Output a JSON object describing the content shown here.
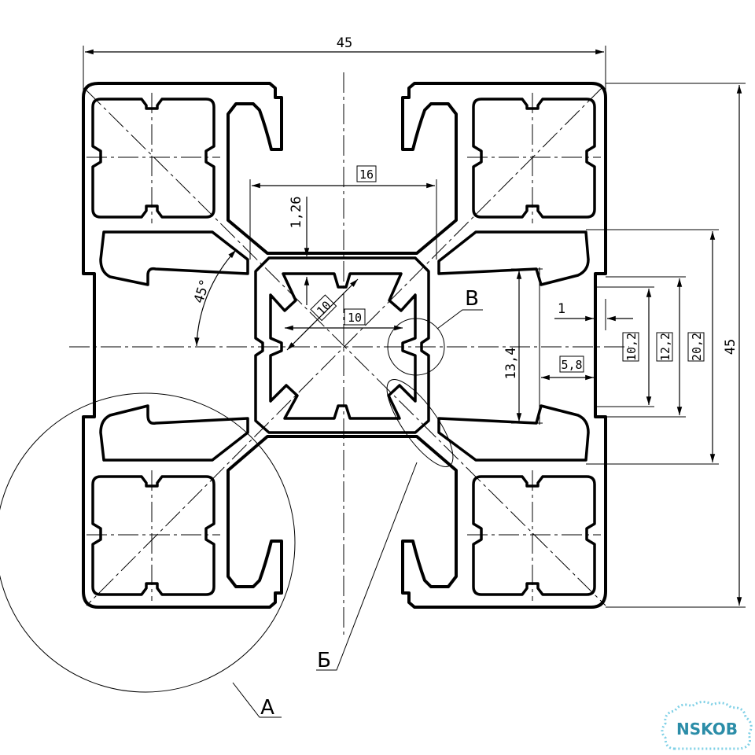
{
  "diagram": {
    "dimensions": {
      "overall_width": "45",
      "overall_height": "45",
      "slot_inner_width": "16",
      "wall_thickness": "1,26",
      "angle": "45°",
      "diag_slot": "10",
      "core_width": "10",
      "right_small": "1",
      "right_depth": "5,8",
      "right_h1": "13,4",
      "right_h2": "10,2",
      "right_h3": "12,2",
      "right_h4": "20,2",
      "right_overall": "45"
    },
    "callouts": {
      "detail_a": "А",
      "detail_b": "Б",
      "detail_v": "В"
    },
    "logo": {
      "text": "NSKOB",
      "color": "#2b8da8"
    }
  }
}
